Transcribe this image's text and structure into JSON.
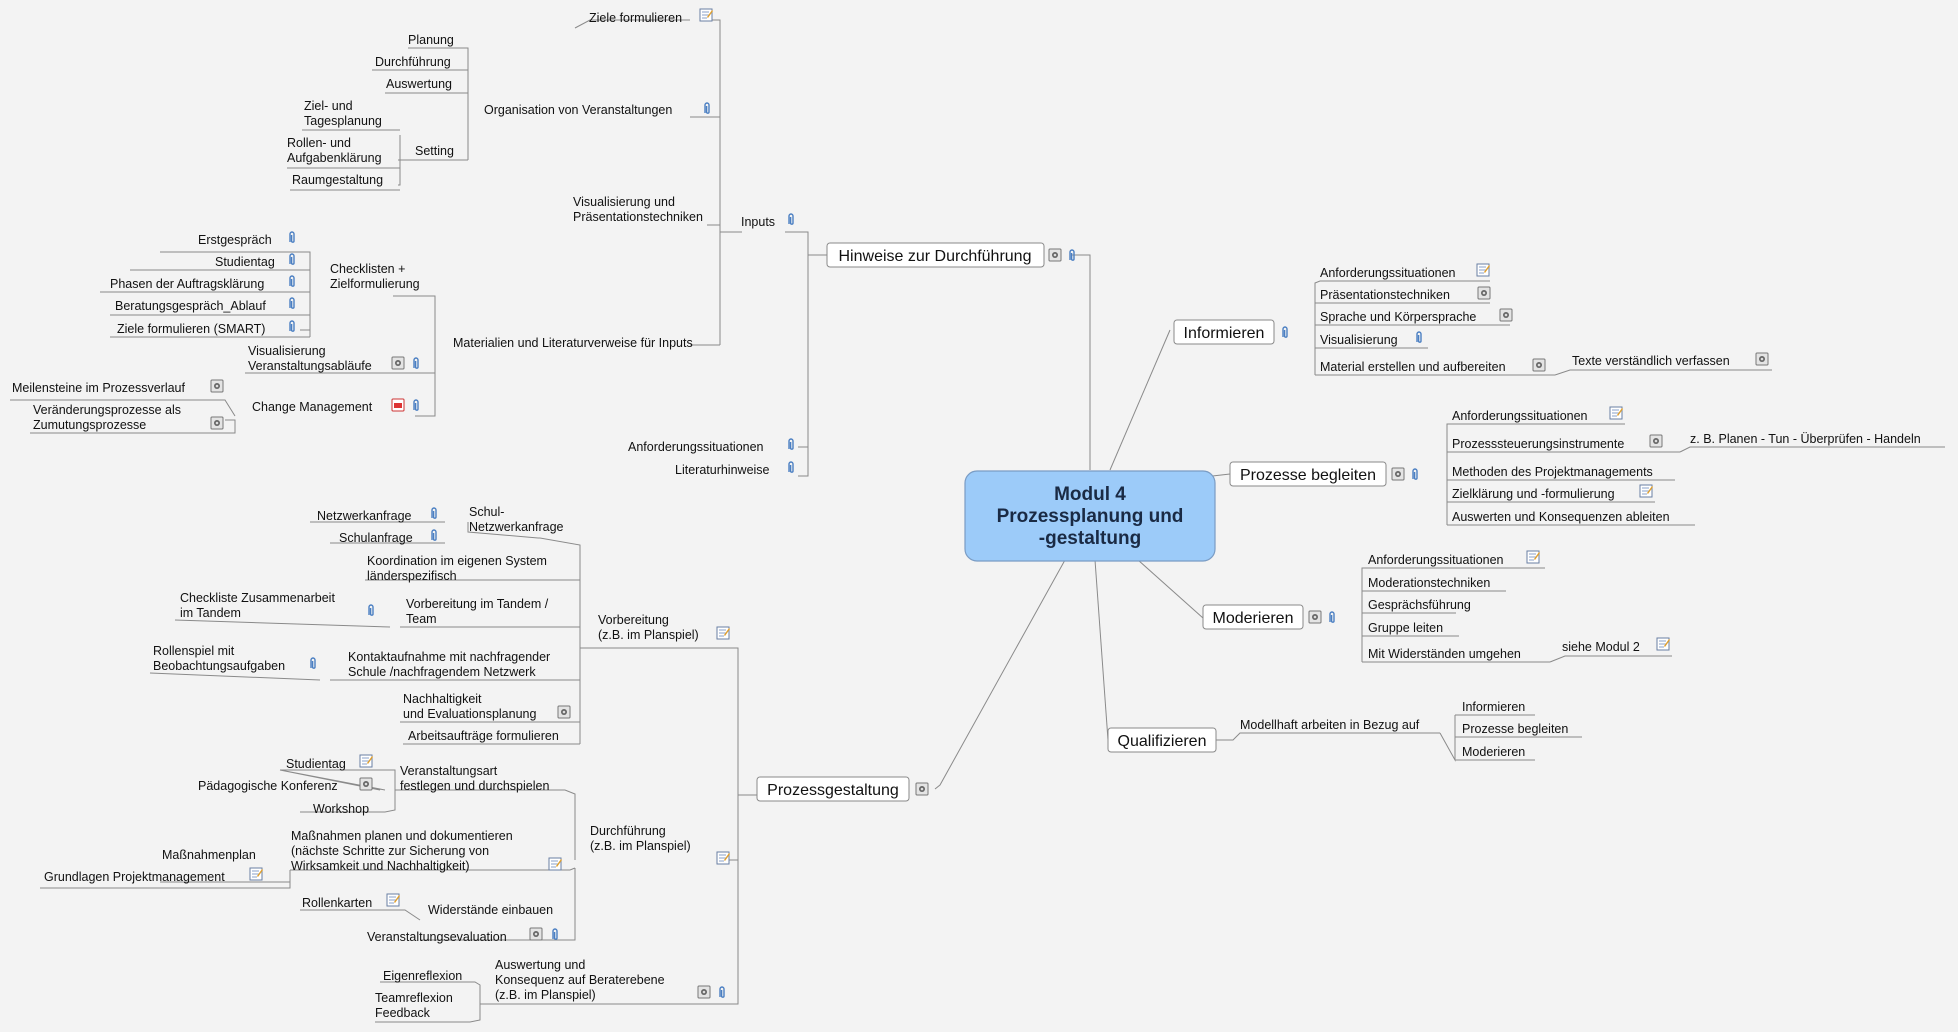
{
  "center": {
    "line1": "Modul 4",
    "line2": "Prozessplanung und",
    "line3": "-gestaltung"
  },
  "branches": {
    "hinweise": "Hinweise zur Durchführung",
    "informieren": "Informieren",
    "prozesse": "Prozesse begleiten",
    "moderieren": "Moderieren",
    "qualifizieren": "Qualifizieren",
    "prozessgestaltung": "Prozessgestaltung"
  },
  "hinweise": {
    "ziele": "Ziele formulieren",
    "organisation": "Organisation von Veranstaltungen",
    "planung": "Planung",
    "durchfuehrung": "Durchführung",
    "auswertung": "Auswertung",
    "setting": "Setting",
    "ziel_tages_1": "Ziel- und",
    "ziel_tages_2": "Tagesplanung",
    "rollen_1": "Rollen- und",
    "rollen_2": "Aufgabenklärung",
    "raum": "Raumgestaltung",
    "visualisierung_1": "Visualisierung und",
    "visualisierung_2": "Präsentationstechniken",
    "inputs": "Inputs",
    "erstgespraech": "Erstgespräch",
    "studientag": "Studientag",
    "phasen": "Phasen der Auftragsklärung",
    "beratung": "Beratungsgespräch_Ablauf",
    "smart": "Ziele formulieren (SMART)",
    "checklisten_1": "Checklisten +",
    "checklisten_2": "Zielformulierung",
    "materialien": "Materialien und Literaturverweise für Inputs",
    "vis_ablauf_1": "Visualisierung",
    "vis_ablauf_2": "Veranstaltungsabläufe",
    "meilensteine": "Meilensteine im Prozessverlauf",
    "veraenderung_1": "Veränderungsprozesse als",
    "veraenderung_2": "Zumutungsprozesse",
    "change": "Change Management",
    "anforderung": "Anforderungssituationen",
    "literatur": "Literaturhinweise"
  },
  "informieren": {
    "items": [
      "Anforderungssituationen",
      "Präsentationstechniken",
      "Sprache und Körpersprache",
      "Visualisierung",
      "Material erstellen und aufbereiten"
    ],
    "texte": "Texte verständlich verfassen"
  },
  "prozesse": {
    "items": [
      "Anforderungssituationen",
      "Prozesssteuerungsinstrumente",
      "Methoden des Projektmanagements",
      "Zielklärung und -formulierung",
      "Auswerten und Konsequenzen ableiten"
    ],
    "planen": "z. B. Planen - Tun - Überprüfen - Handeln"
  },
  "moderieren": {
    "items": [
      "Anforderungssituationen",
      "Moderationstechniken",
      "Gesprächsführung",
      "Gruppe leiten",
      "Mit Widerständen umgehen"
    ],
    "modul2": "siehe Modul 2"
  },
  "qualifizieren": {
    "modellhaft": "Modellhaft arbeiten in Bezug auf",
    "items": [
      "Informieren",
      "Prozesse begleiten",
      "Moderieren"
    ]
  },
  "gestaltung": {
    "vorbereitung_1": "Vorbereitung",
    "vorbereitung_2": "(z.B. im Planspiel)",
    "schul_1": "Schul-",
    "schul_2": "Netzwerkanfrage",
    "netzwerkanfrage": "Netzwerkanfrage",
    "schulanfrage": "Schulanfrage",
    "koord_1": "Koordination im eigenen System",
    "koord_2": "länderspezifisch",
    "tandem_1": "Vorbereitung im Tandem /",
    "tandem_2": "Team",
    "checkliste_1": "Checkliste Zusammenarbeit",
    "checkliste_2": "im Tandem",
    "kontakt_1": "Kontaktaufnahme mit nachfragender",
    "kontakt_2": "Schule /nachfragendem Netzwerk",
    "rollenspiel_1": "Rollenspiel mit",
    "rollenspiel_2": "Beobachtungsaufgaben",
    "nachhaltig_1": "Nachhaltigkeit",
    "nachhaltig_2": "und Evaluationsplanung",
    "arbeitsauftraege": "Arbeitsaufträge formulieren",
    "durchf_1": "Durchführung",
    "durchf_2": "(z.B. im Planspiel)",
    "art_1": "Veranstaltungsart",
    "art_2": "festlegen und durchspielen",
    "studientag": "Studientag",
    "konferenz": "Pädagogische Konferenz",
    "workshop": "Workshop",
    "massn_1": "Maßnahmen planen und dokumentieren",
    "massn_2": "(nächste Schritte zur Sicherung von",
    "massn_3": "Wirksamkeit und Nachhaltigkeit)",
    "massnahmenplan": "Maßnahmenplan",
    "grundlagen": "Grundlagen Projektmanagement",
    "widerstaende": "Widerstände einbauen",
    "rollenkarten": "Rollenkarten",
    "evaluation": "Veranstaltungsevaluation",
    "ausw_1": "Auswertung und",
    "ausw_2": "Konsequenz auf Beraterebene",
    "ausw_3": "(z.B. im Planspiel)",
    "eigenreflexion": "Eigenreflexion",
    "team_1": "Teamreflexion",
    "team_2": "Feedback"
  },
  "icons": {
    "clip": "paperclip-icon",
    "note": "note-icon",
    "doc": "document-icon",
    "pdf": "pdf-icon"
  }
}
